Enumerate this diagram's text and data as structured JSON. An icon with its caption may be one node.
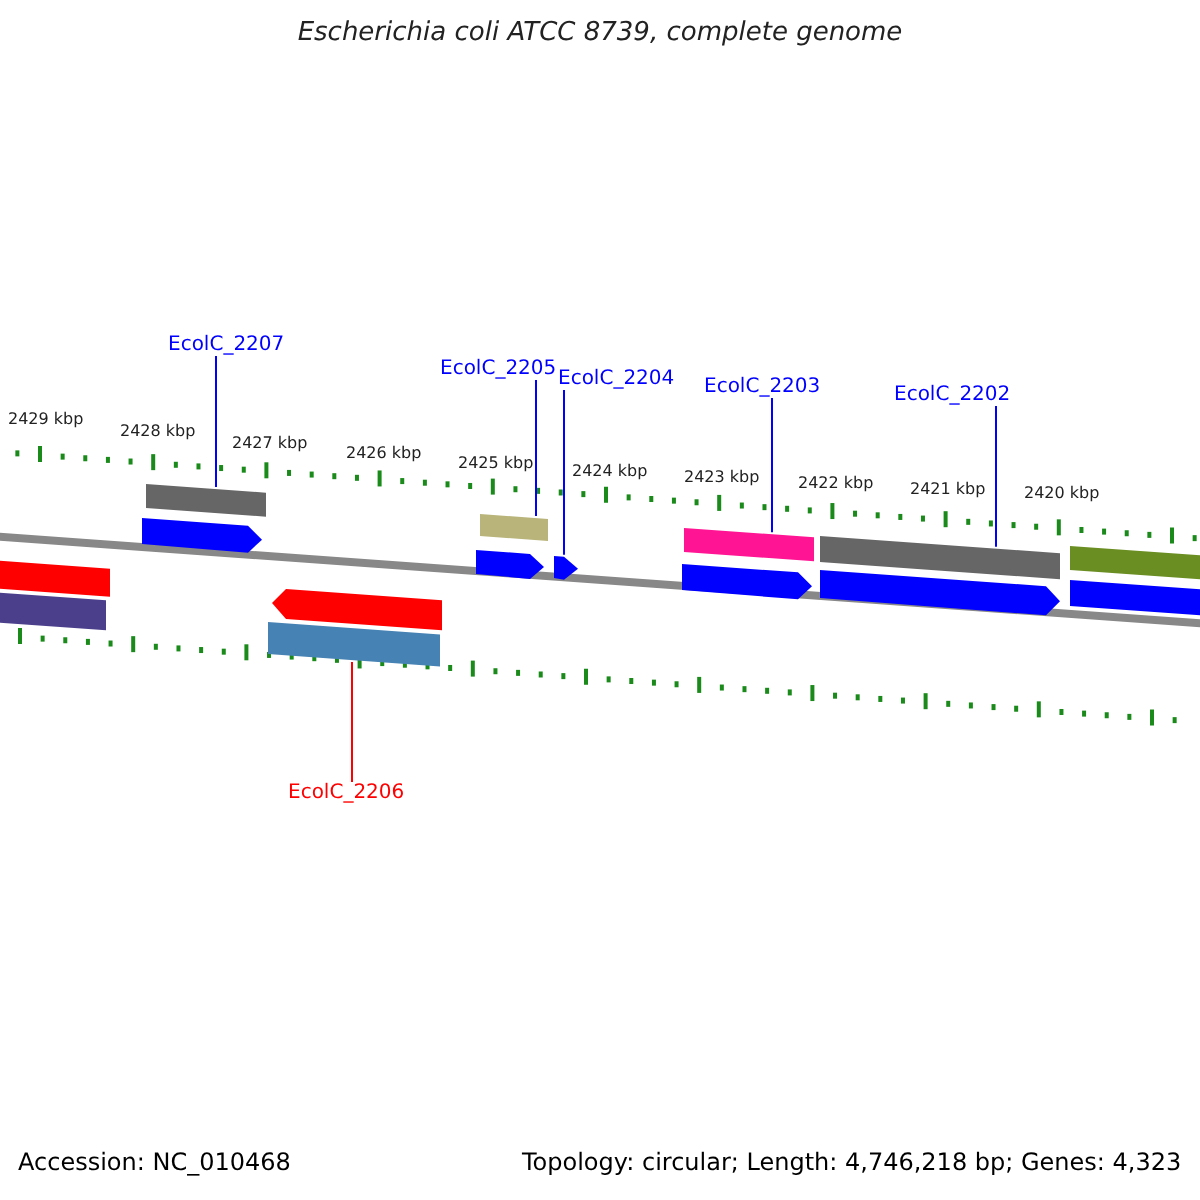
{
  "diagram": {
    "title": "Escherichia coli ATCC 8739, complete genome",
    "nodes": [
      {
        "text": [
          "EcolC_2207"
        ]
      },
      {
        "text": [
          "EcolC_2205"
        ]
      },
      {
        "text": [
          "EcolC_2204"
        ]
      },
      {
        "text": [
          "EcolC_2203"
        ]
      },
      {
        "text": [
          "EcolC_2202"
        ]
      },
      {
        "text": [
          "EcolC_2206"
        ]
      },
      {
        "text": [],
        "shape": "bar"
      },
      {
        "text": [],
        "shape": "bar"
      },
      {
        "text": [],
        "shape": "bar"
      },
      {
        "text": [],
        "shape": "pentagon"
      },
      {
        "text": [],
        "shape": "pentagon"
      },
      {
        "text": [],
        "shape": "bar"
      },
      {
        "text": [],
        "shape": "bar"
      },
      {
        "text": [],
        "shape": "pentagon"
      },
      {
        "text": [],
        "shape": "pentagon"
      },
      {
        "text": [],
        "shape": "bar"
      },
      {
        "text": [],
        "shape": "pentagon"
      },
      {
        "text": [],
        "shape": "bar"
      },
      {
        "text": [],
        "shape": "pentagon"
      },
      {
        "text": [],
        "shape": "bar"
      },
      {
        "text": [],
        "shape": "bar"
      }
    ],
    "edges": [
      {
        "from": 0,
        "to": 8,
        "arrow": "none"
      },
      {
        "from": 1,
        "to": 12,
        "arrow": "none"
      },
      {
        "from": 2,
        "to": 14,
        "arrow": "none"
      },
      {
        "from": 3,
        "to": 15,
        "arrow": "none"
      },
      {
        "from": 4,
        "to": 17,
        "arrow": "none"
      },
      {
        "from": 5,
        "to": 11,
        "arrow": "none",
        "color": "#ff0000"
      }
    ],
    "labels": [
      "2429 kbp",
      "2428 kbp",
      "2427 kbp",
      "2426 kbp",
      "2425 kbp",
      "2424 kbp",
      "2423 kbp",
      "2422 kbp",
      "2421 kbp",
      "2420 kbp",
      "Accession: NC_010468",
      "Topology: circular; Length: 4,746,218 bp; Genes: 4,323"
    ]
  }
}
